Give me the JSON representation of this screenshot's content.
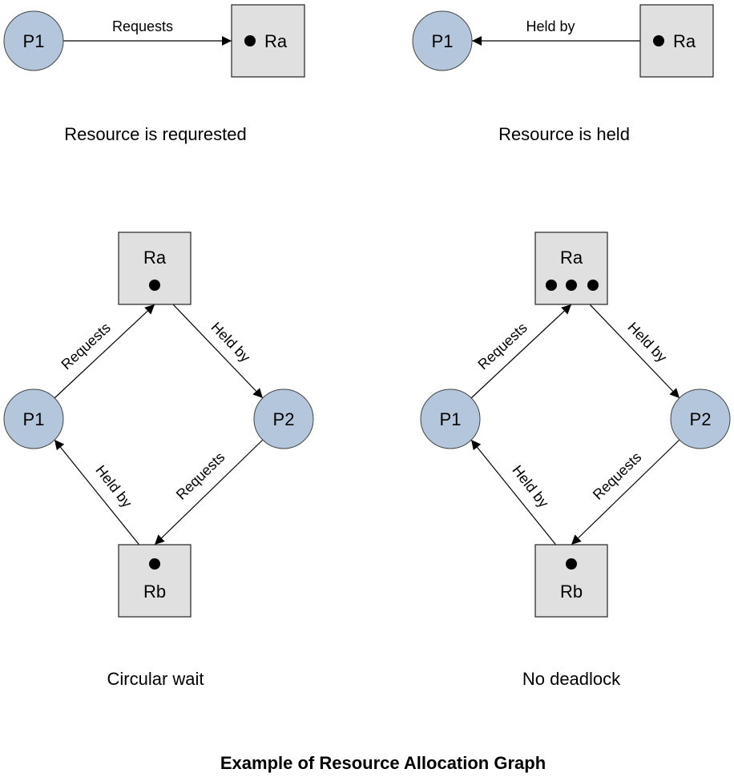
{
  "colors": {
    "process_fill": "#b4c6dc",
    "resource_fill": "#e0e0e0",
    "line": "#000000"
  },
  "title": "Example of Resource Allocation Graph",
  "diagrams": {
    "requested": {
      "caption": "Resource is requrested",
      "process": "P1",
      "resource": "Ra",
      "edge_label": "Requests"
    },
    "held": {
      "caption": "Resource is held",
      "process": "P1",
      "resource": "Ra",
      "edge_label": "Held by"
    },
    "circular": {
      "caption": "Circular wait",
      "p1": "P1",
      "p2": "P2",
      "ra": "Ra",
      "rb": "Rb",
      "ra_instances": 1,
      "rb_instances": 1,
      "labels": {
        "p1_to_ra": "Requests",
        "ra_to_p2": "Held by",
        "p2_to_rb": "Requests",
        "rb_to_p1": "Held by"
      }
    },
    "no_deadlock": {
      "caption": "No deadlock",
      "p1": "P1",
      "p2": "P2",
      "ra": "Ra",
      "rb": "Rb",
      "ra_instances": 3,
      "rb_instances": 1,
      "labels": {
        "p1_to_ra": "Requests",
        "ra_to_p2": "Held by",
        "p2_to_rb": "Requests",
        "rb_to_p1": "Held by"
      }
    }
  }
}
